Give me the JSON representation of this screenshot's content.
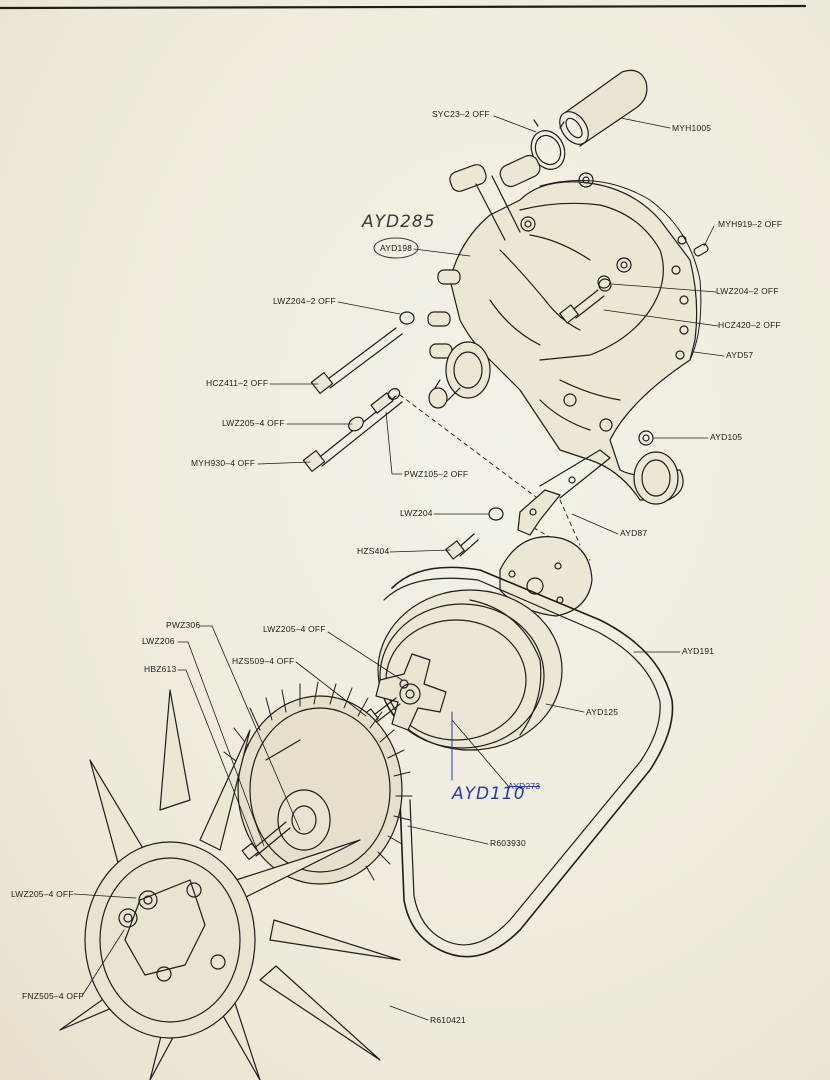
{
  "colors": {
    "paper": "#f1ede1",
    "ink": "#1d1d1b",
    "blue_ink": "#1f3fa3",
    "pencil": "#3a3a3a"
  },
  "labels": {
    "syc23": "SYC23–2 OFF",
    "myh1005": "MYH1005",
    "myh919": "MYH919–2 OFF",
    "ayd198": "AYD198",
    "lwz204_left": "LWZ204–2 OFF",
    "lwz204_right": "LWZ204–2 OFF",
    "hcz420": "HCZ420–2 OFF",
    "ayd57": "AYD57",
    "hcz411": "HCZ411–2 OFF",
    "ayd105": "AYD105",
    "lwz205_top": "LWZ205–4 OFF",
    "myh930": "MYH930–4 OFF",
    "pwz105": "PWZ105–2 OFF",
    "lwz204_single": "LWZ204",
    "ayd87": "AYD87",
    "hzs404": "HZS404",
    "pwz306": "PWZ306",
    "lwz206": "LWZ206",
    "hbz613": "HBZ613",
    "lwz205_mid": "LWZ205–4 OFF",
    "hzs509": "HZS509–4 OFF",
    "ayd191": "AYD191",
    "ayd125": "AYD125",
    "ayd273": "AYD273",
    "r603930": "R603930",
    "lwz205_bottom": "LWZ205–4 OFF",
    "fnz505": "FNZ505–4 OFF",
    "r610421": "R610421"
  },
  "handwritten": {
    "ayd285": "AYD285",
    "ayd110": "AYD110"
  }
}
